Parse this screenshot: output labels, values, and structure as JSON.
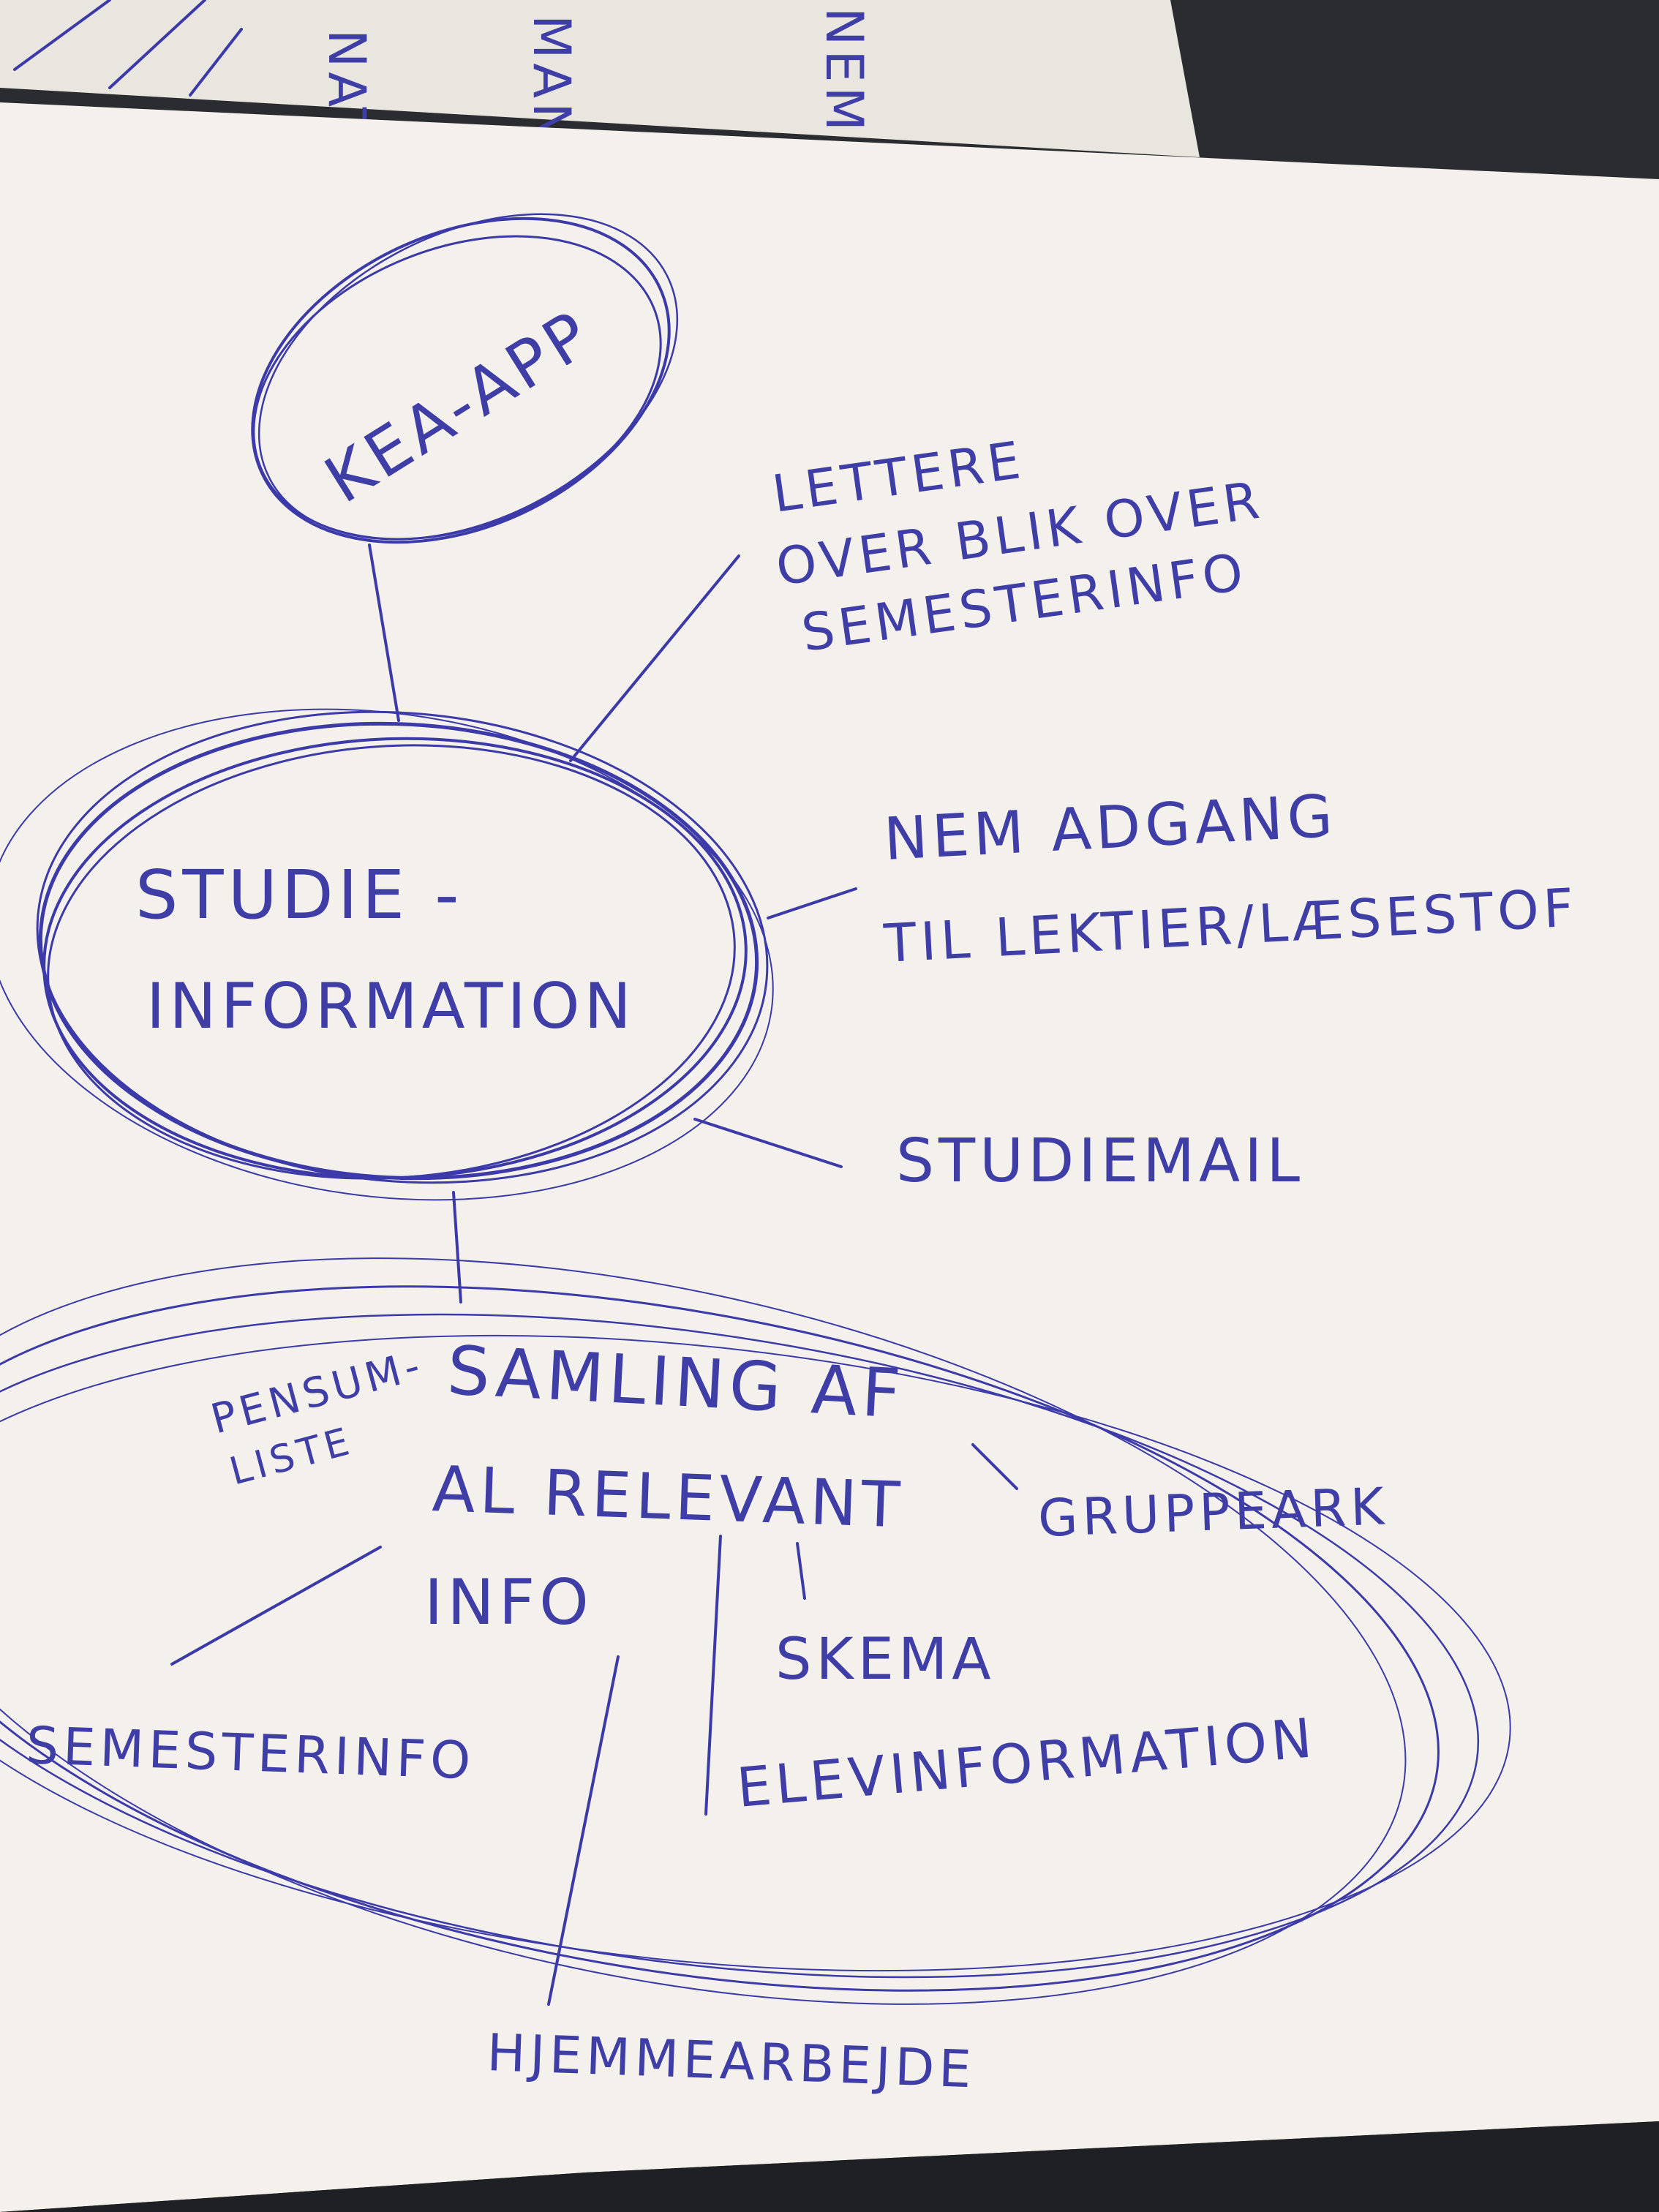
{
  "diagram": {
    "title_bubble": "KEA-APP",
    "center_bubble": [
      "STUDIE -",
      "INFORMATION"
    ],
    "benefits": {
      "lettere": [
        "LETTERE",
        "OVER BLIK OVER",
        "SEMESTERINFO"
      ],
      "nem_adgang": [
        "NEM ADGANG",
        "TIL LEKTIER/LÆSESTOF"
      ],
      "studiemail": "STUDIEMAIL"
    },
    "collection_bubble": [
      "SAMLING AF",
      "AL RELEVANT",
      "INFO"
    ],
    "collection_items": {
      "pensumliste": [
        "PENSUM-",
        "LISTE"
      ],
      "grupppeark": "GRUPPEARK",
      "skema": "SKEMA",
      "elevinformation": "ELEVINFORMATION",
      "semesterinfo": "SEMESTERINFO",
      "hjemmearbejde": "HJEMMEARBEJDE"
    },
    "background_sheet_fragments": [
      "NAT",
      "MAN",
      "NEM"
    ]
  },
  "colors": {
    "ink": "#3b3aa8",
    "paper": "#f3efea",
    "paper_shadow": "#e2ddd6",
    "background": "#2a2c30"
  }
}
